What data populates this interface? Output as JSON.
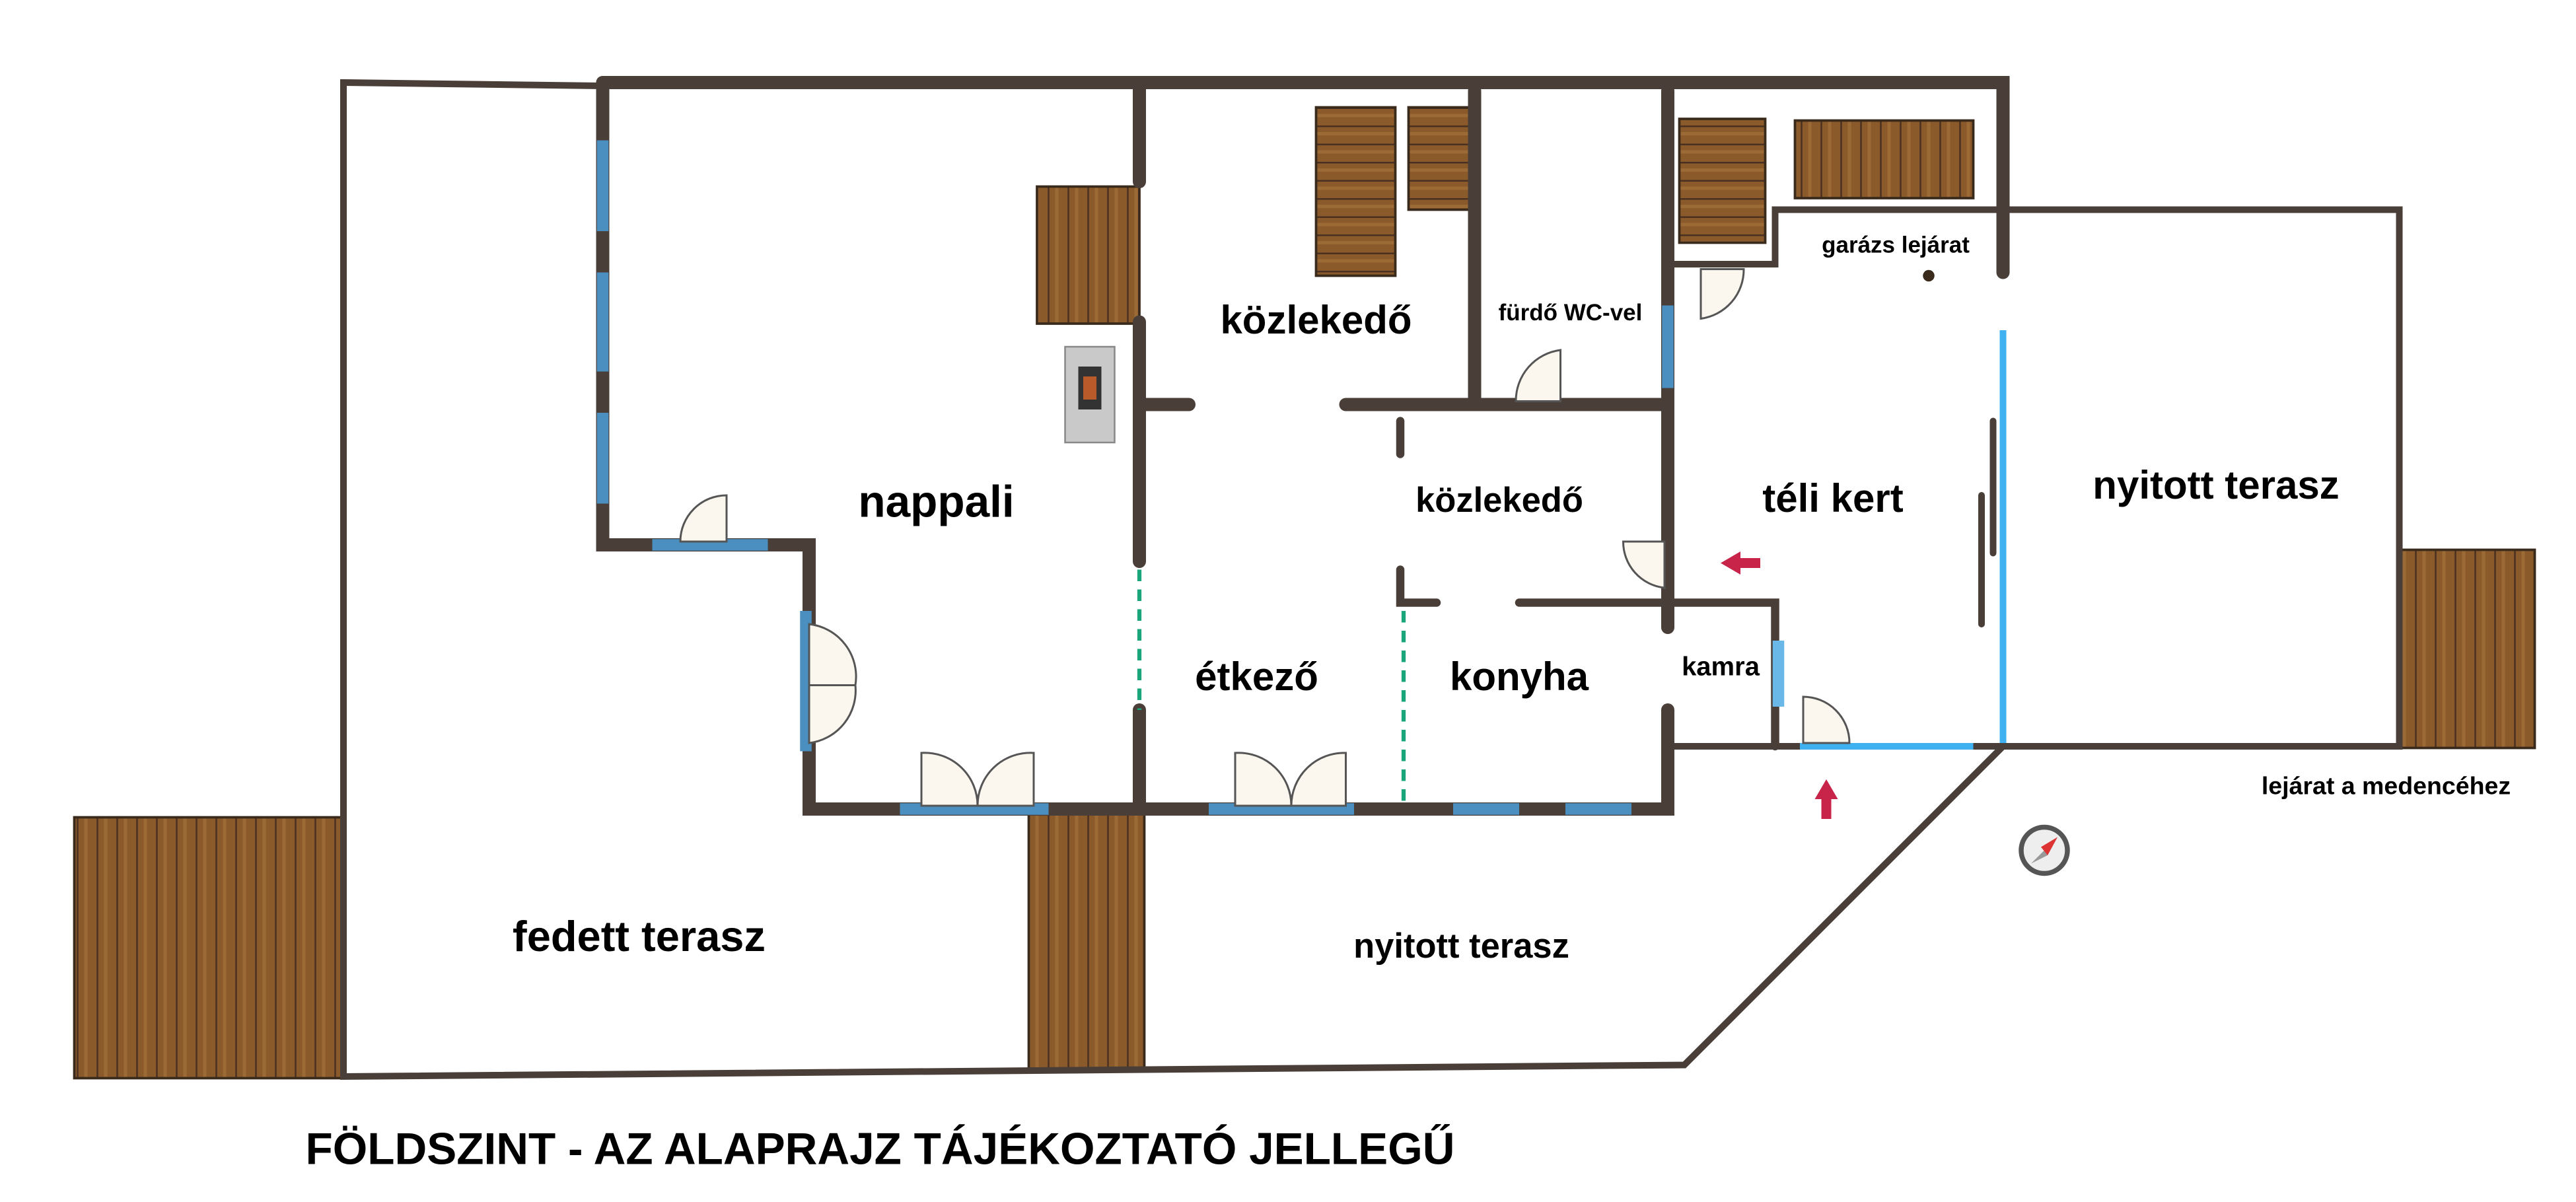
{
  "rooms": {
    "nappali": "nappali",
    "kozlekedo_1": "közlekedő",
    "furdo": "fürdő WC-vel",
    "garazs": "garázs lejárat",
    "kozlekedo_2": "közlekedő",
    "teli_kert": "téli kert",
    "nyitott_terasz_right": "nyitott terasz",
    "etkezo": "étkező",
    "konyha": "konyha",
    "kamra": "kamra",
    "fedett_terasz": "fedett terasz",
    "nyitott_terasz_bottom": "nyitott terasz",
    "medence": "lejárat a medencéhez"
  },
  "title": "FÖLDSZINT - AZ ALAPRAJZ TÁJÉKOZTATÓ JELLEGŰ",
  "colors": {
    "wall": "#4a3f38",
    "wood": "#8a5a2b",
    "window": "#4a8fbf",
    "arrow": "#c8244a"
  }
}
